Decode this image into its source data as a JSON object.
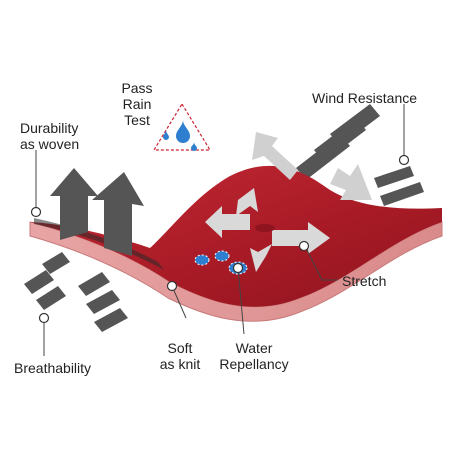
{
  "labels": {
    "pass_rain_test": [
      "Pass",
      "Rain",
      "Test"
    ],
    "wind_resistance": "Wind Resistance",
    "durability": [
      "Durability",
      "as woven"
    ],
    "stretch": "Stretch",
    "breathability": "Breathability",
    "soft": [
      "Soft",
      "as knit"
    ],
    "water_repellancy": [
      "Water",
      "Repellancy"
    ]
  },
  "colors": {
    "fabric_red": "#b51f2b",
    "fabric_edge": "#e39a9a",
    "arrow_dark": "#555555",
    "arrow_light": "#cfcfcf",
    "rain_triangle": "#cc2233",
    "water_drop": "#2f7fd0",
    "leader_line": "#444444"
  },
  "icons": [
    "up-arrow-icon",
    "diagonal-arrow-icon",
    "double-arrow-icon",
    "water-drop-icon",
    "triangle-warning-icon",
    "leader-dot-icon"
  ]
}
